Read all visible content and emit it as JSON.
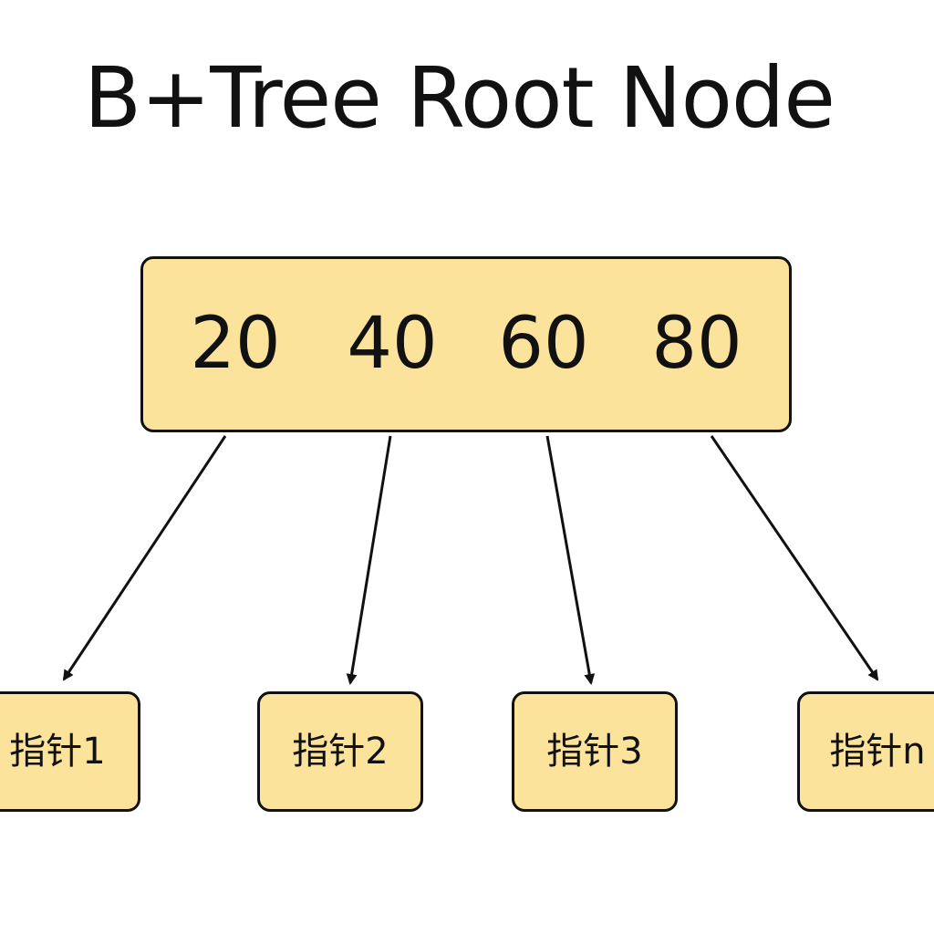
{
  "title": "B+Tree Root Node",
  "colors": {
    "node_fill": "#fbe39b",
    "stroke": "#111111",
    "background": "#ffffff"
  },
  "root": {
    "keys": [
      "20",
      "40",
      "60",
      "80"
    ]
  },
  "children": [
    {
      "label": "指针1"
    },
    {
      "label": "指针2"
    },
    {
      "label": "指针3"
    },
    {
      "label": "指针n"
    }
  ]
}
